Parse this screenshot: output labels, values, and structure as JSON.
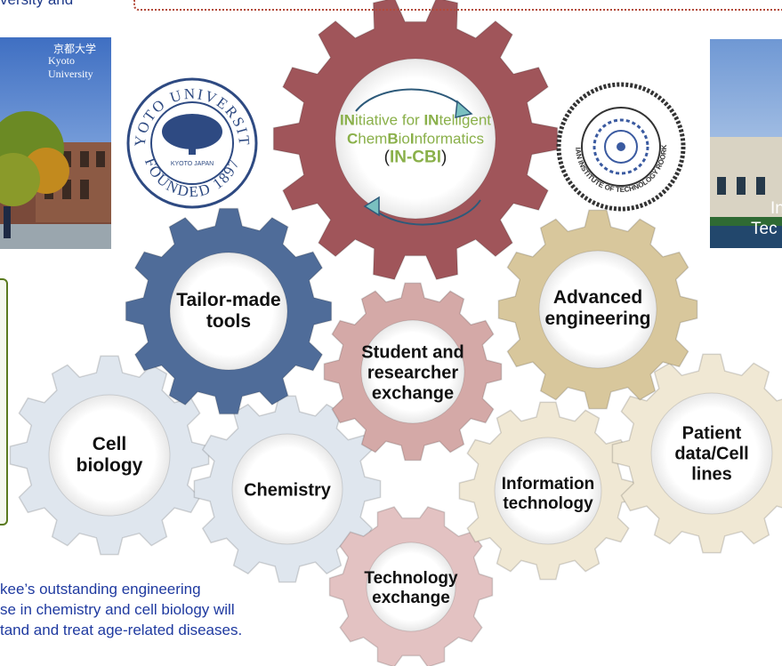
{
  "header_fragment": "versity and",
  "left_photo": {
    "caption_jp": "京都大学",
    "caption_en": "Kyoto University"
  },
  "right_photo": {
    "caption_line1": "In",
    "caption_line2": "Tec"
  },
  "kyoto_seal": {
    "top_text": "KYOTO UNIVERSITY",
    "bottom_text": "FOUNDED 1897",
    "center_text": "KYOTO JAPAN"
  },
  "iitr_seal": {
    "text": "INDIAN INSTITUTE OF TECHNOLOGY ROORKEE"
  },
  "central_gear": {
    "line1_b1": "IN",
    "line1_t1": "itiative for ",
    "line1_b2": "IN",
    "line1_t2": "telligent",
    "line2_b1": "C",
    "line2_t1": "hem",
    "line2_b2": "B",
    "line2_t2": "io",
    "line2_b3": "I",
    "line2_t3": "nformatics",
    "line3_open": "(",
    "line3_bold": "IN-CBI",
    "line3_close": ")"
  },
  "gears": [
    {
      "name": "tailor-made-tools",
      "label": "Tailor-made\ntools",
      "color": "#4f6c99"
    },
    {
      "name": "advanced-engineering",
      "label": "Advanced\nengineering",
      "color": "#d8c79c"
    },
    {
      "name": "student-researcher-exchange",
      "label": "Student and\nresearcher\nexchange",
      "color": "#d4a9a7"
    },
    {
      "name": "cell-biology",
      "label": "Cell\nbiology",
      "color": "#dfe6ee"
    },
    {
      "name": "chemistry",
      "label": "Chemistry",
      "color": "#dfe6ee"
    },
    {
      "name": "information-technology",
      "label": "Information\ntechnology",
      "color": "#f0e8d4"
    },
    {
      "name": "patient-data",
      "label": "Patient\ndata/Cell\nlines",
      "color": "#f0e8d4"
    },
    {
      "name": "technology-exchange",
      "label": "Technology\nexchange",
      "color": "#e3c2c2"
    }
  ],
  "colors": {
    "central_gear": "#a0555a",
    "accent_green": "#8ab04a",
    "text_blue": "#1f3aa0"
  },
  "bottom_text": [
    "kee’s outstanding engineering",
    "se in chemistry and cell biology will",
    "tand and treat age-related diseases."
  ]
}
